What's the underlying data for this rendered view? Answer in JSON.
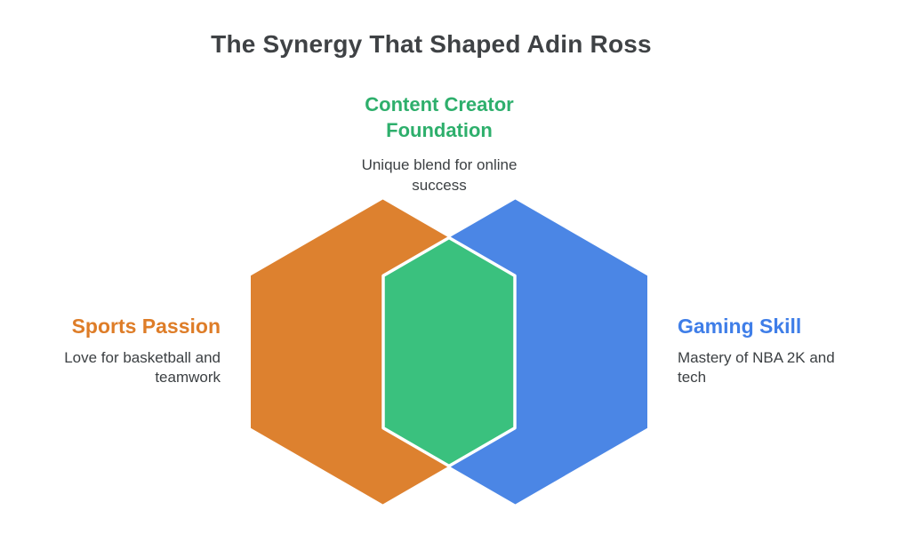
{
  "title": "The Synergy That Shaped Adin Ross",
  "colors": {
    "orange_fill": "#DD812F",
    "blue_fill": "#4B86E5",
    "green_fill": "#3AC17E",
    "overlap_stroke": "#FFFFFF",
    "orange_heading": "#DE7D28",
    "blue_heading": "#3F7EE8",
    "green_heading": "#2EAF6C",
    "title_text": "#3F4245",
    "body_text": "#3C4043"
  },
  "diagram": {
    "type": "venn-hexagons",
    "center": {
      "heading_lines": [
        "Content Creator",
        "Foundation"
      ],
      "desc_lines": [
        "Unique blend for online",
        "success"
      ]
    },
    "left": {
      "heading": "Sports Passion",
      "desc_lines": [
        "Love for basketball and",
        "teamwork"
      ]
    },
    "right": {
      "heading": "Gaming Skill",
      "desc_lines": [
        "Mastery of NBA 2K and",
        "tech"
      ]
    }
  }
}
